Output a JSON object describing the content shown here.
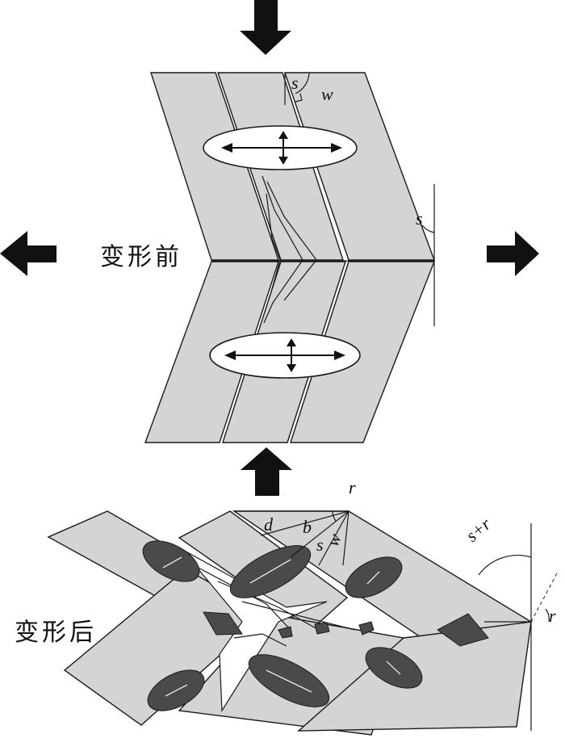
{
  "labels": {
    "before": "变形前",
    "after": "变形后"
  },
  "symbols": {
    "s": "s",
    "w": "w",
    "r": "r",
    "d": "d",
    "b": "b",
    "s_plus_r": "s+r"
  },
  "colors": {
    "panel_fill": "#d4d4d4",
    "dark_fill": "#4a4a4a",
    "outline": "#1a1a1a",
    "arrow": "#111111"
  }
}
